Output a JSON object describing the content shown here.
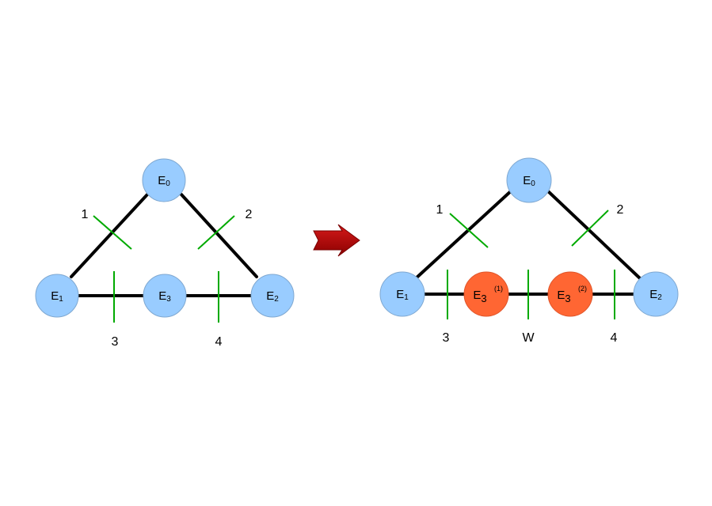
{
  "colors": {
    "node_fill": "#99ccff",
    "node_stroke": "#7fa8d1",
    "split_fill": "#ff6633",
    "split_stroke": "#e0552a",
    "edge": "#000000",
    "cut": "#00aa00",
    "arrow": "#b30000"
  },
  "left_graph": {
    "nodes": {
      "e0": {
        "base": "E",
        "sub": "0"
      },
      "e1": {
        "base": "E",
        "sub": "1"
      },
      "e2": {
        "base": "E",
        "sub": "2"
      },
      "e3": {
        "base": "E",
        "sub": "3"
      }
    },
    "cut_labels": {
      "c1": "1",
      "c2": "2",
      "c3": "3",
      "c4": "4"
    }
  },
  "right_graph": {
    "nodes": {
      "e0": {
        "base": "E",
        "sub": "0"
      },
      "e1": {
        "base": "E",
        "sub": "1"
      },
      "e2": {
        "base": "E",
        "sub": "2"
      },
      "e3a": {
        "base": "E",
        "sub": "3",
        "sup": "(1)"
      },
      "e3b": {
        "base": "E",
        "sub": "3",
        "sup": "(2)"
      }
    },
    "cut_labels": {
      "c1": "1",
      "c2": "2",
      "c3": "3",
      "cw": "W",
      "c4": "4"
    }
  },
  "arrow_icon": "right-arrow-icon"
}
